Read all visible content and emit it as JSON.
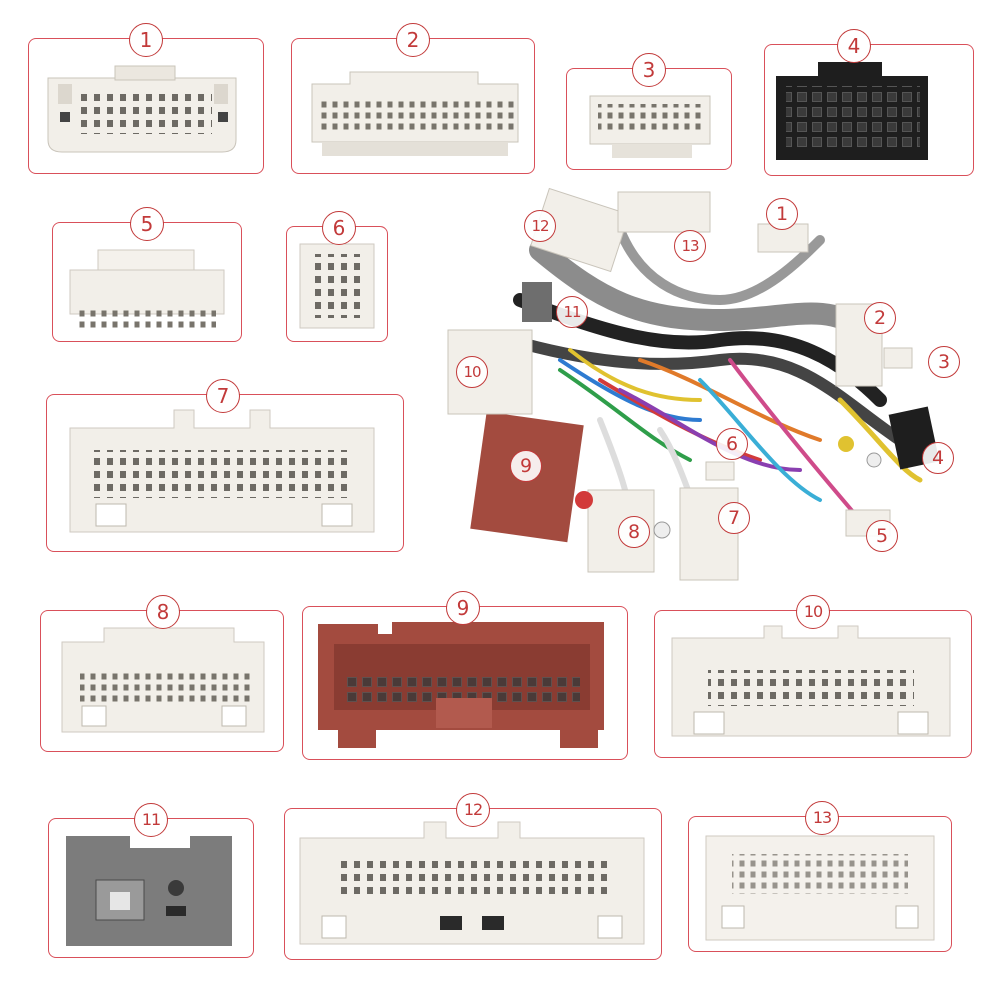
{
  "connectors": [
    {
      "id": "1",
      "label": "1"
    },
    {
      "id": "2",
      "label": "2"
    },
    {
      "id": "3",
      "label": "3"
    },
    {
      "id": "4",
      "label": "4"
    },
    {
      "id": "5",
      "label": "5"
    },
    {
      "id": "6",
      "label": "6"
    },
    {
      "id": "7",
      "label": "7"
    },
    {
      "id": "8",
      "label": "8"
    },
    {
      "id": "9",
      "label": "9"
    },
    {
      "id": "10",
      "label": "10"
    },
    {
      "id": "11",
      "label": "11"
    },
    {
      "id": "12",
      "label": "12"
    },
    {
      "id": "13",
      "label": "13"
    }
  ],
  "harness_labels": [
    "1",
    "2",
    "3",
    "4",
    "5",
    "6",
    "7",
    "8",
    "9",
    "10",
    "11",
    "12",
    "13"
  ],
  "colors": {
    "frame": "#d9505a",
    "number": "#c23a3a",
    "connector_white": "#f2efe9",
    "connector_black": "#1e1e1e",
    "connector_brown": "#a34b3f",
    "connector_gray": "#7c7c7c"
  }
}
